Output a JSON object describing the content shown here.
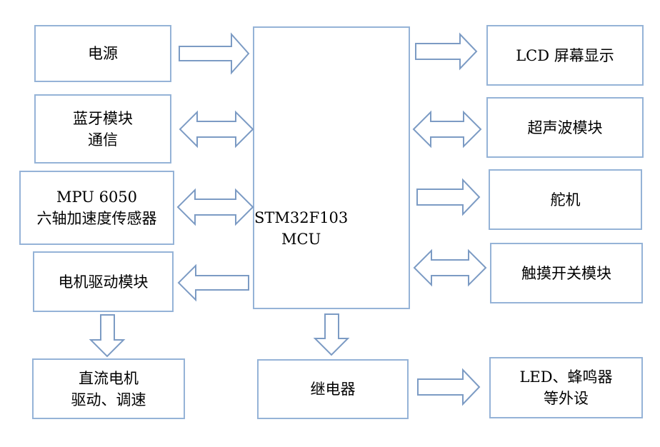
{
  "colors": {
    "box_border": "#95b3d7",
    "arrow_stroke": "#7c9bc4",
    "arrow_fill": "#ffffff"
  },
  "nodes": {
    "power": {
      "line1": "电源"
    },
    "bluetooth": {
      "line1": "蓝牙模块",
      "line2": "通信"
    },
    "mpu": {
      "line1": "MPU 6050",
      "line2": "六轴加速度传感器"
    },
    "motor_driver": {
      "line1": "电机驱动模块"
    },
    "dc_motor": {
      "line1": "直流电机",
      "line2": "驱动、调速"
    },
    "mcu": {
      "line1": "STM32F103",
      "line2": "MCU"
    },
    "relay": {
      "line1": "继电器"
    },
    "lcd": {
      "line1": "LCD 屏幕显示"
    },
    "ultrasonic": {
      "line1": "超声波模块"
    },
    "servo": {
      "line1": "舵机"
    },
    "touch": {
      "line1": "触摸开关模块"
    },
    "led": {
      "line1": "LED、蜂鸣器",
      "line2": "等外设"
    }
  },
  "edges": [
    {
      "from": "power",
      "to": "mcu",
      "direction": "one-way"
    },
    {
      "from": "bluetooth",
      "to": "mcu",
      "direction": "two-way"
    },
    {
      "from": "mpu",
      "to": "mcu",
      "direction": "two-way"
    },
    {
      "from": "mcu",
      "to": "motor_driver",
      "direction": "one-way"
    },
    {
      "from": "motor_driver",
      "to": "dc_motor",
      "direction": "one-way"
    },
    {
      "from": "mcu",
      "to": "relay",
      "direction": "one-way"
    },
    {
      "from": "mcu",
      "to": "lcd",
      "direction": "one-way"
    },
    {
      "from": "mcu",
      "to": "ultrasonic",
      "direction": "two-way"
    },
    {
      "from": "mcu",
      "to": "servo",
      "direction": "one-way"
    },
    {
      "from": "mcu",
      "to": "touch",
      "direction": "two-way"
    },
    {
      "from": "relay",
      "to": "led",
      "direction": "one-way"
    }
  ]
}
